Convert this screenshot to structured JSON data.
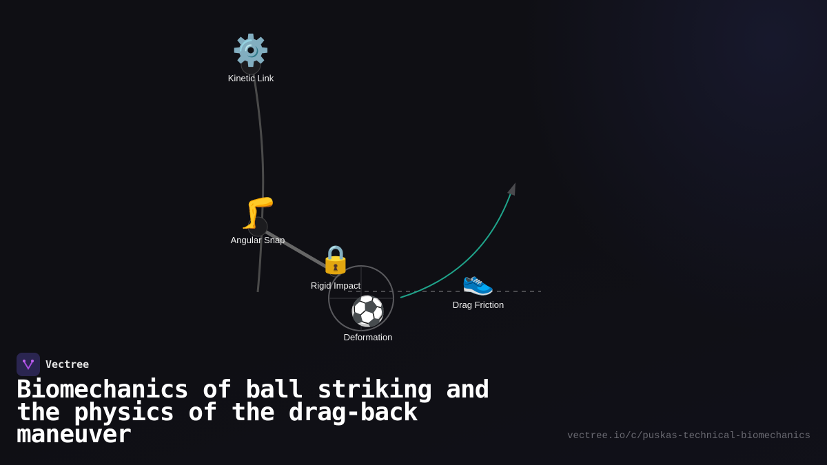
{
  "brand": {
    "name": "Vectree",
    "logo_icon": "vectree-logo-icon",
    "accent": "#a84de0"
  },
  "title": "Biomechanics of ball striking and the physics of the drag-back maneuver",
  "url": "vectree.io/c/puskas-technical-biomechanics",
  "nodes": [
    {
      "id": "kinetic-link",
      "label": "Kinetic Link",
      "icon": "gear-icon",
      "glyph": "⚙️"
    },
    {
      "id": "angular-snap",
      "label": "Angular Snap",
      "icon": "leg-icon",
      "glyph": "🦵"
    },
    {
      "id": "rigid-impact",
      "label": "Rigid Impact",
      "icon": "lock-icon",
      "glyph": "🔒"
    },
    {
      "id": "deformation",
      "label": "Deformation",
      "icon": "soccer-ball-icon",
      "glyph": "⚽"
    },
    {
      "id": "drag-friction",
      "label": "Drag Friction",
      "icon": "sneaker-icon",
      "glyph": "👟"
    }
  ],
  "colors": {
    "background": "#0f0f14",
    "link": "#4a4a4a",
    "trajectory": "#1fa38a",
    "arrowhead": "#4a4a4e",
    "ground_dash": "#4a4a4e"
  }
}
